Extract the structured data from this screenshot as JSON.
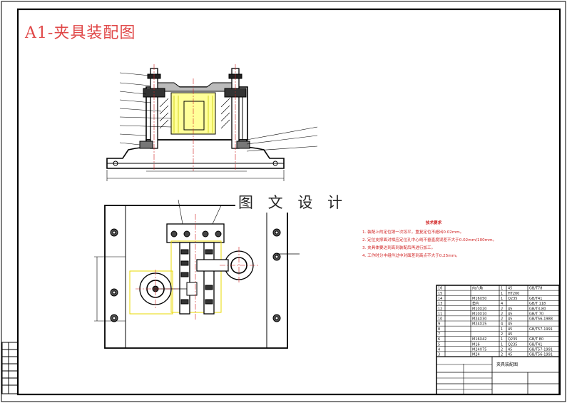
{
  "drawing": {
    "title": "A1-夹具装配图",
    "watermark": "图 文 设 计"
  },
  "tech_notes": {
    "heading": "技术要求",
    "items": [
      "1. 装配上的定位销一次铰平，重复定位不超出0.02mm。",
      "2. 定位支撑面对相应定位孔中心线不垂直度误差不大于0.02mm/100mm。",
      "3. 夹具体要达到高到装配后再进行加工。",
      "4. 工作时分中组件过中对面差到高点不大于0.25mm。"
    ]
  },
  "title_block": {
    "assembly_name": "夹具装配图",
    "rows": [
      [
        "16",
        "",
        "内六角",
        "1",
        "45",
        "GB/T78"
      ],
      [
        "15",
        "",
        "",
        "1",
        "HT200",
        ""
      ],
      [
        "14",
        "",
        "M16X50",
        "1",
        "Q235",
        "GB/T41"
      ],
      [
        "13",
        "",
        "垫片",
        "4",
        "",
        "GB/T 118"
      ],
      [
        "12",
        "",
        "M10X20",
        "2",
        "45",
        "GB/T3-80"
      ],
      [
        "11",
        "",
        "M10X10",
        "2",
        "45",
        "GB/T 70"
      ],
      [
        "10",
        "",
        "M24X30",
        "2",
        "45",
        "GB/T56-1988"
      ],
      [
        "9",
        "",
        "M24X25",
        "4",
        "45",
        ""
      ],
      [
        "8",
        "",
        "",
        "1",
        "45",
        "GB/T57-1991"
      ],
      [
        "7",
        "",
        "",
        "2",
        "45",
        ""
      ],
      [
        "6",
        "",
        "M16X42",
        "1",
        "Q235",
        "GB/T 80"
      ],
      [
        "5",
        "",
        "M16",
        "1",
        "Q235",
        "GB/T41"
      ],
      [
        "4",
        "",
        "M24X75",
        "2",
        "45",
        "GB/T57-1991"
      ],
      [
        "3",
        "",
        "M24",
        "2",
        "45",
        "GB/T56-1991"
      ]
    ]
  },
  "colors": {
    "border": "#000000",
    "title": "#e04848",
    "notes": "#d02020",
    "part_fill": "#ffff99",
    "centerline": "#d02020"
  }
}
